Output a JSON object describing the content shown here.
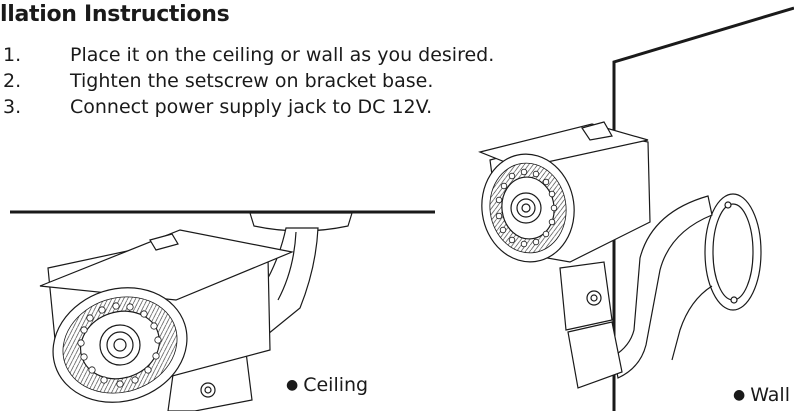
{
  "heading": "llation Instructions",
  "steps": [
    {
      "num": "1.",
      "text": "Place it on the ceiling or wall as you desired."
    },
    {
      "num": "2.",
      "text": "Tighten the setscrew on bracket base."
    },
    {
      "num": "3.",
      "text": "Connect power supply jack to DC 12V."
    }
  ],
  "captions": {
    "ceiling": "Ceiling",
    "wall": "Wall",
    "bullet": "●"
  },
  "colors": {
    "ink": "#1a1a1a",
    "background": "#ffffff"
  }
}
